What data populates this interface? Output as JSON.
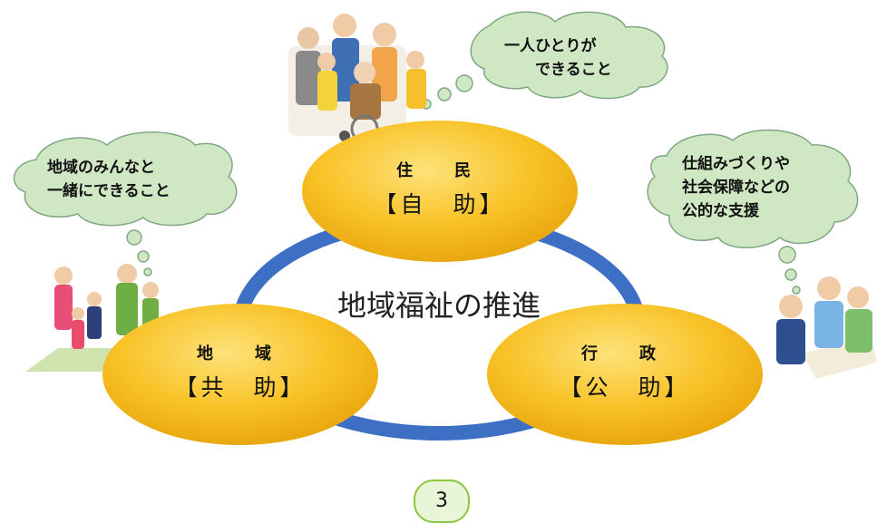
{
  "diagram": {
    "center_label": "地域福祉の推進",
    "nodes": {
      "resident": {
        "name": "住　民",
        "role": "【自　助】"
      },
      "community": {
        "name": "地　域",
        "role": "【共　助】"
      },
      "government": {
        "name": "行　政",
        "role": "【公　助】"
      }
    },
    "bubbles": {
      "resident": "一人ひとりが\n　　できること",
      "community": "地域のみんなと\n一緒にできること",
      "government": "仕組みづくりや\n社会保障などの\n公的な支援"
    }
  },
  "page_number": "3",
  "colors": {
    "ring": "#3d6fc5",
    "node_fill": "#f7b818",
    "node_highlight": "#fde27a",
    "bubble_fill": "#cfe8c3",
    "bubble_stroke": "#7fa784"
  }
}
